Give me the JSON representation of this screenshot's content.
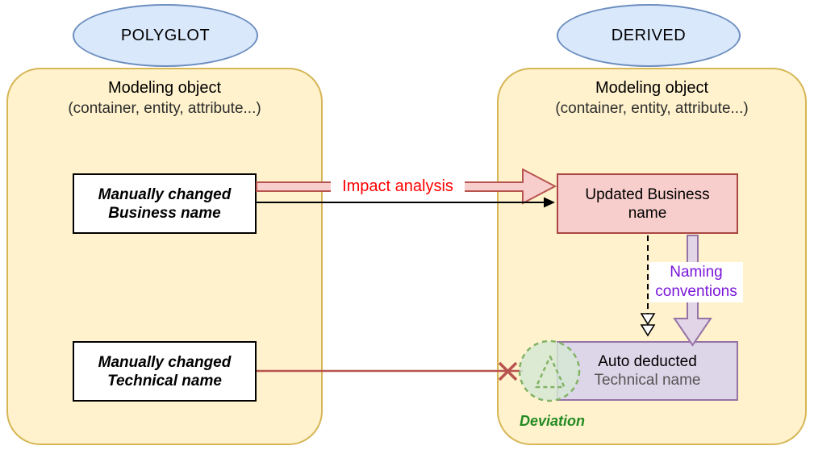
{
  "polyglot": {
    "badge": "POLYGLOT",
    "title": "Modeling object",
    "subtitle": "(container, entity, attribute...)",
    "business_box": {
      "line1": "Manually changed",
      "line2": "Business name"
    },
    "technical_box": {
      "line1": "Manually changed",
      "line2": "Technical name"
    }
  },
  "derived": {
    "badge": "DERIVED",
    "title": "Modeling object",
    "subtitle": "(container, entity, attribute...)",
    "business_box": {
      "line1": "Updated Business",
      "line2": "name"
    },
    "technical_box": {
      "line1": "Auto deducted",
      "line2": "Technical name"
    },
    "deviation_label": "Deviation"
  },
  "edges": {
    "impact_label": "Impact analysis",
    "naming_label_line1": "Naming",
    "naming_label_line2": "conventions"
  },
  "palette": {
    "container_fill": "#fff2cc",
    "container_stroke": "#d6b656",
    "badge_fill": "#dae8fc",
    "badge_stroke": "#6c8ebf",
    "pink_fill": "#f8cecc",
    "pink_stroke": "#b85450",
    "purple_fill": "#ddd5e8",
    "purple_stroke": "#9673a6",
    "green_fill": "#d5e8d4",
    "green_stroke": "#82b366",
    "impact_text": "#ff0000",
    "naming_text": "#7a16d9",
    "deviation_text": "#228B22"
  }
}
